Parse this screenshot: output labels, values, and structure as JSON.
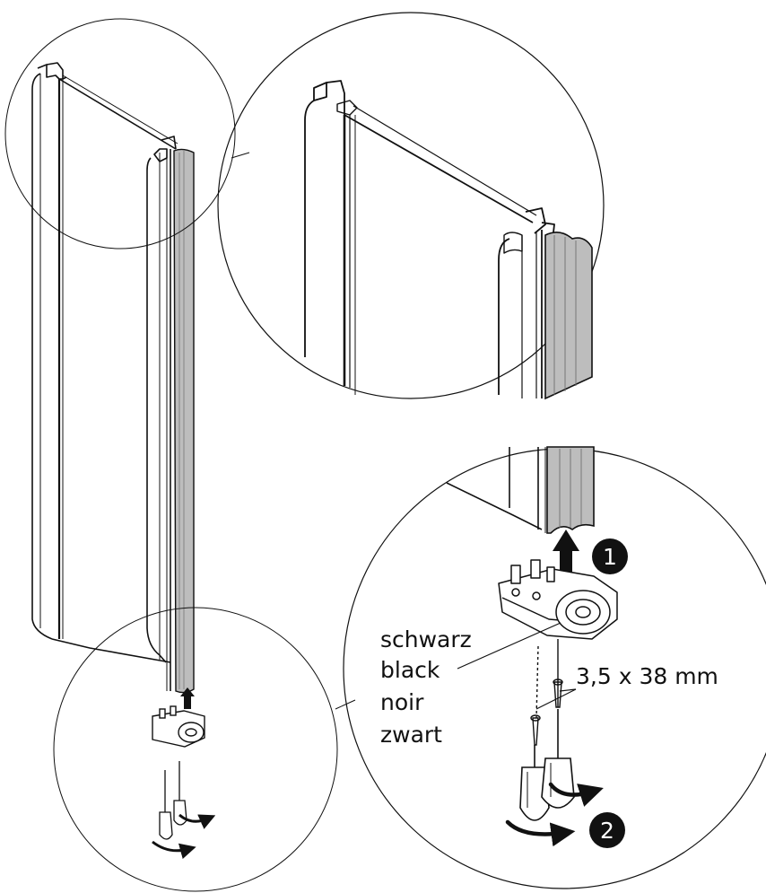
{
  "color_labels": [
    "schwarz",
    "black",
    "noir",
    "zwart"
  ],
  "screw_spec": "3,5 x 38 mm",
  "steps": [
    "1",
    "2"
  ],
  "colors": {
    "line": "#111111",
    "seal_fill": "#bdbdbd",
    "background": "#ffffff"
  },
  "icons": [
    "arrow-up-icon",
    "rotate-arrow-icon",
    "screwdriver-icon",
    "screw-icon"
  ]
}
